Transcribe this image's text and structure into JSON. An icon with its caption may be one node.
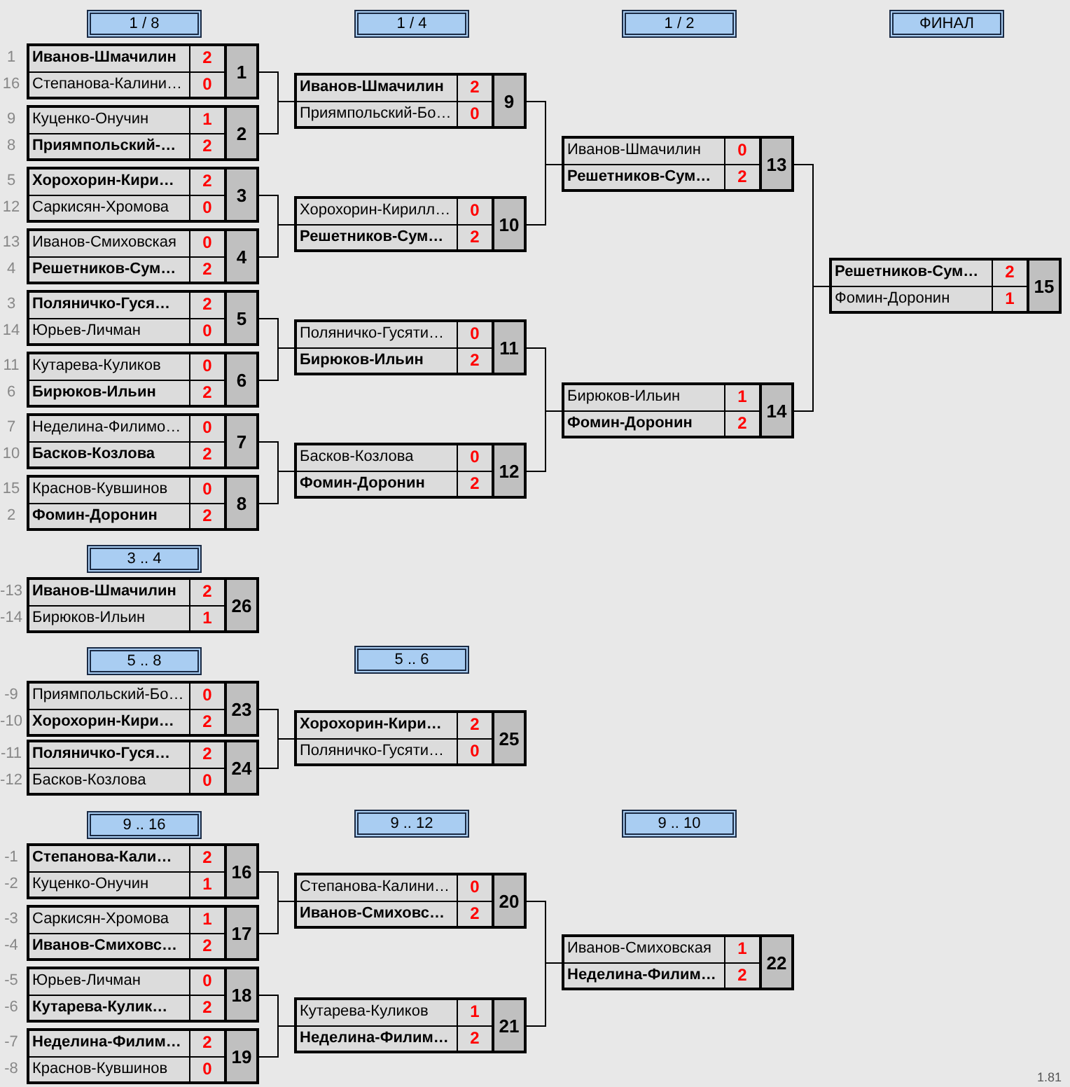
{
  "diagram": {
    "nodes": [
      {
        "text": [
          "1 / 8"
        ]
      },
      {
        "text": [
          "1 / 4"
        ]
      },
      {
        "text": [
          "1 / 2"
        ]
      },
      {
        "text": [
          "ФИНАЛ"
        ]
      },
      {
        "text": [
          "Иванов-Шмачилин",
          "2",
          "Степанова-Калини…",
          "0",
          "1"
        ],
        "beside": [
          "1",
          "16"
        ]
      },
      {
        "text": [
          "Куценко-Онучин",
          "1",
          "Приямпольский-…",
          "2",
          "2"
        ],
        "beside": [
          "9",
          "8"
        ]
      },
      {
        "text": [
          "Хорохорин-Кири…",
          "2",
          "Саркисян-Хромова",
          "0",
          "3"
        ],
        "beside": [
          "5",
          "12"
        ]
      },
      {
        "text": [
          "Иванов-Смиховская",
          "0",
          "Решетников-Сум…",
          "2",
          "4"
        ],
        "beside": [
          "13",
          "4"
        ]
      },
      {
        "text": [
          "Поляничко-Гуся…",
          "2",
          "Юрьев-Личман",
          "0",
          "5"
        ],
        "beside": [
          "3",
          "14"
        ]
      },
      {
        "text": [
          "Кутарева-Куликов",
          "0",
          "Бирюков-Ильин",
          "2",
          "6"
        ],
        "beside": [
          "11",
          "6"
        ]
      },
      {
        "text": [
          "Неделина-Филимо…",
          "0",
          "Басков-Козлова",
          "2",
          "7"
        ],
        "beside": [
          "7",
          "10"
        ]
      },
      {
        "text": [
          "Краснов-Кувшинов",
          "0",
          "Фомин-Доронин",
          "2",
          "8"
        ],
        "beside": [
          "15",
          "2"
        ]
      },
      {
        "text": [
          "Иванов-Шмачилин",
          "2",
          "Приямпольский-Бо…",
          "0",
          "9"
        ]
      },
      {
        "text": [
          "Хорохорин-Кирилл…",
          "0",
          "Решетников-Сум…",
          "2",
          "10"
        ]
      },
      {
        "text": [
          "Поляничко-Гусяти…",
          "0",
          "Бирюков-Ильин",
          "2",
          "11"
        ]
      },
      {
        "text": [
          "Басков-Козлова",
          "0",
          "Фомин-Доронин",
          "2",
          "12"
        ]
      },
      {
        "text": [
          "Иванов-Шмачилин",
          "0",
          "Решетников-Сум…",
          "2",
          "13"
        ]
      },
      {
        "text": [
          "Бирюков-Ильин",
          "1",
          "Фомин-Доронин",
          "2",
          "14"
        ]
      },
      {
        "text": [
          "Решетников-Сум…",
          "2",
          "Фомин-Доронин",
          "1",
          "15"
        ]
      },
      {
        "text": [
          "3 .. 4"
        ]
      },
      {
        "text": [
          "Иванов-Шмачилин",
          "2",
          "Бирюков-Ильин",
          "1",
          "26"
        ],
        "beside": [
          "-13",
          "-14"
        ]
      },
      {
        "text": [
          "5 .. 8"
        ]
      },
      {
        "text": [
          "5 .. 6"
        ]
      },
      {
        "text": [
          "Приямпольский-Бо…",
          "0",
          "Хорохорин-Кири…",
          "2",
          "23"
        ],
        "beside": [
          "-9",
          "-10"
        ]
      },
      {
        "text": [
          "Поляничко-Гуся…",
          "2",
          "Басков-Козлова",
          "0",
          "24"
        ],
        "beside": [
          "-11",
          "-12"
        ]
      },
      {
        "text": [
          "Хорохорин-Кири…",
          "2",
          "Поляничко-Гусяти…",
          "0",
          "25"
        ]
      },
      {
        "text": [
          "9 .. 16"
        ]
      },
      {
        "text": [
          "9 .. 12"
        ]
      },
      {
        "text": [
          "9 .. 10"
        ]
      },
      {
        "text": [
          "Степанова-Кали…",
          "2",
          "Куценко-Онучин",
          "1",
          "16"
        ],
        "beside": [
          "-1",
          "-2"
        ]
      },
      {
        "text": [
          "Саркисян-Хромова",
          "1",
          "Иванов-Смиховс…",
          "2",
          "17"
        ],
        "beside": [
          "-3",
          "-4"
        ]
      },
      {
        "text": [
          "Юрьев-Личман",
          "0",
          "Кутарева-Кулик…",
          "2",
          "18"
        ],
        "beside": [
          "-5",
          "-6"
        ]
      },
      {
        "text": [
          "Неделина-Филим…",
          "2",
          "Краснов-Кувшинов",
          "0",
          "19"
        ],
        "beside": [
          "-7",
          "-8"
        ]
      },
      {
        "text": [
          "Степанова-Калини…",
          "0",
          "Иванов-Смиховс…",
          "2",
          "20"
        ]
      },
      {
        "text": [
          "Кутарева-Куликов",
          "1",
          "Неделина-Филим…",
          "2",
          "21"
        ]
      },
      {
        "text": [
          "Иванов-Смиховская",
          "1",
          "Неделина-Филим…",
          "2",
          "22"
        ]
      }
    ],
    "edges": [
      {
        "from": 4,
        "to": 12,
        "arrow": "none"
      },
      {
        "from": 5,
        "to": 12,
        "arrow": "none"
      },
      {
        "from": 6,
        "to": 13,
        "arrow": "none"
      },
      {
        "from": 7,
        "to": 13,
        "arrow": "none"
      },
      {
        "from": 8,
        "to": 14,
        "arrow": "none"
      },
      {
        "from": 9,
        "to": 14,
        "arrow": "none"
      },
      {
        "from": 10,
        "to": 15,
        "arrow": "none"
      },
      {
        "from": 11,
        "to": 15,
        "arrow": "none"
      },
      {
        "from": 12,
        "to": 16,
        "arrow": "none"
      },
      {
        "from": 13,
        "to": 16,
        "arrow": "none"
      },
      {
        "from": 14,
        "to": 17,
        "arrow": "none"
      },
      {
        "from": 15,
        "to": 17,
        "arrow": "none"
      },
      {
        "from": 16,
        "to": 18,
        "arrow": "none"
      },
      {
        "from": 17,
        "to": 18,
        "arrow": "none"
      },
      {
        "from": 23,
        "to": 25,
        "arrow": "none"
      },
      {
        "from": 24,
        "to": 25,
        "arrow": "none"
      },
      {
        "from": 29,
        "to": 33,
        "arrow": "none"
      },
      {
        "from": 30,
        "to": 33,
        "arrow": "none"
      },
      {
        "from": 31,
        "to": 34,
        "arrow": "none"
      },
      {
        "from": 32,
        "to": 34,
        "arrow": "none"
      },
      {
        "from": 33,
        "to": 35,
        "arrow": "none"
      },
      {
        "from": 34,
        "to": 35,
        "arrow": "none"
      }
    ],
    "labels": [
      "1.81"
    ]
  }
}
